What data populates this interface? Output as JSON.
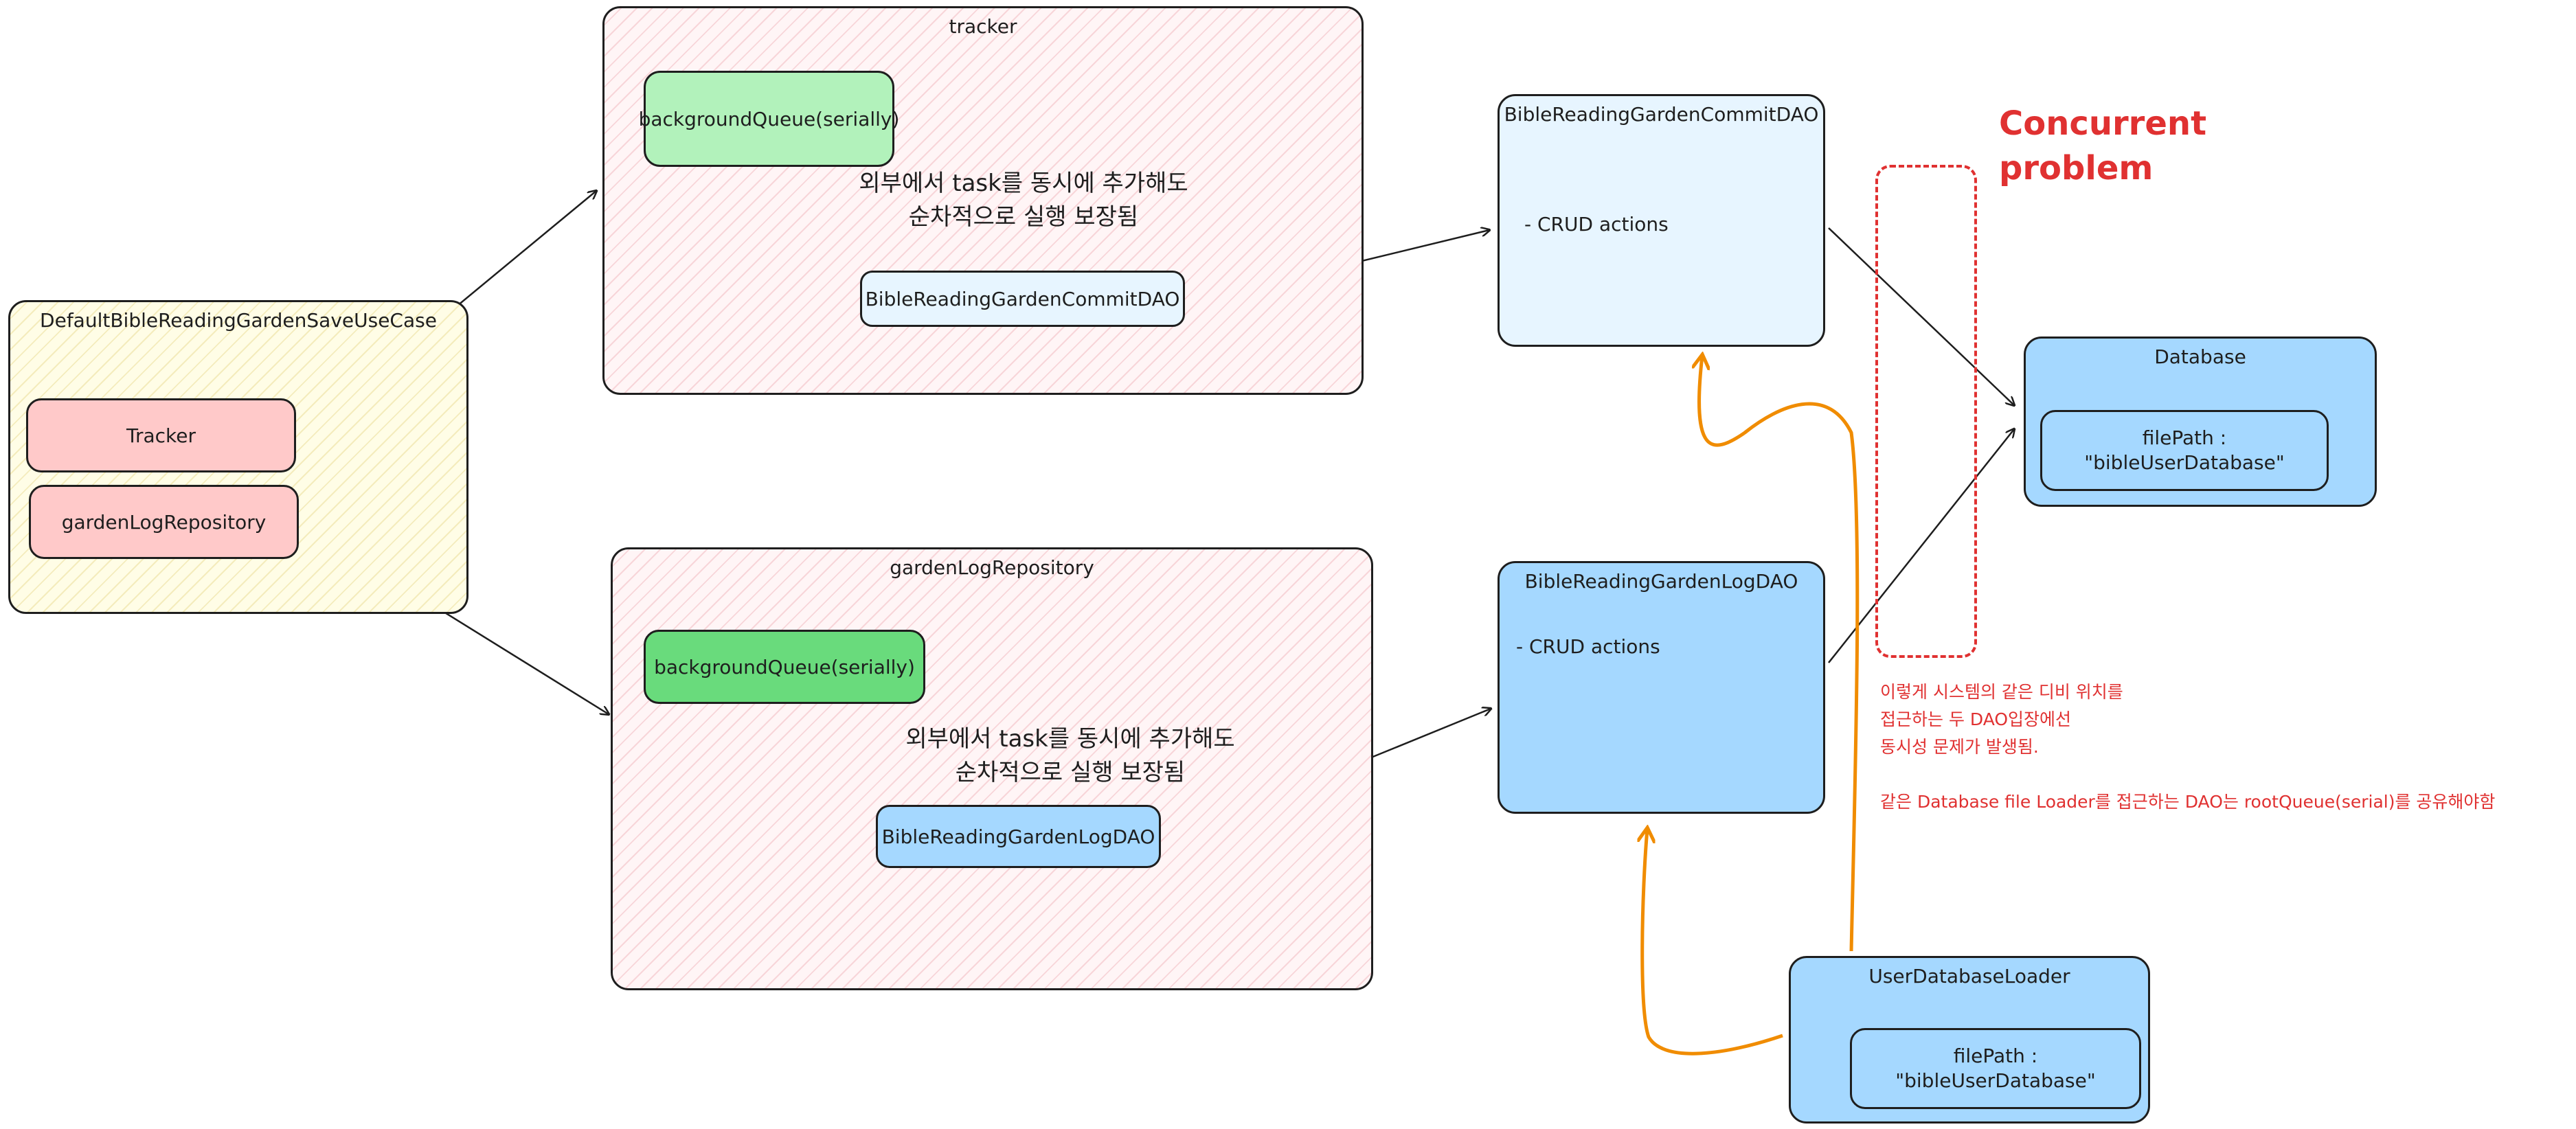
{
  "usecase": {
    "title": "DefaultBibleReadingGardenSaveUseCase",
    "tracker_label": "Tracker",
    "repository_label": "gardenLogRepository"
  },
  "tracker_group": {
    "title": "tracker",
    "queue_label": "backgroundQueue(serially)",
    "note_line1": "외부에서 task를 동시에 추가해도",
    "note_line2": "순차적으로 실행 보장됨",
    "dao_label": "BibleReadingGardenCommitDAO"
  },
  "repository_group": {
    "title": "gardenLogRepository",
    "queue_label": "backgroundQueue(serially)",
    "note_line1": "외부에서 task를 동시에 추가해도",
    "note_line2": "순차적으로 실행 보장됨",
    "dao_label": "BibleReadingGardenLogDAO"
  },
  "commit_dao": {
    "title": "BibleReadingGardenCommitDAO",
    "body": "- CRUD actions"
  },
  "log_dao": {
    "title": "BibleReadingGardenLogDAO",
    "body": "- CRUD actions"
  },
  "database": {
    "title": "Database",
    "filepath_line1": "filePath :",
    "filepath_line2": "\"bibleUserDatabase\""
  },
  "loader": {
    "title": "UserDatabaseLoader",
    "filepath_line1": "filePath :",
    "filepath_line2": "\"bibleUserDatabase\""
  },
  "concurrent": {
    "line1": "Concurrent",
    "line2": "problem"
  },
  "explanation": {
    "line1": "이렇게 시스템의 같은 디비 위치를",
    "line2": "접근하는 두 DAO입장에선",
    "line3": "동시성 문제가 발생됨.",
    "line4": "같은 Database file Loader를 접근하는 DAO는 rootQueue(serial)를 공유해야함"
  },
  "colors": {
    "stroke": "#1e1e1e",
    "highlight_red": "#e03131",
    "orange_arrow": "#f08c00",
    "light_blue": "#e7f5ff",
    "blue": "#a5d8ff",
    "pink": "#ffc9c9",
    "light_green": "#b2f2bb",
    "green": "#69db7c"
  }
}
